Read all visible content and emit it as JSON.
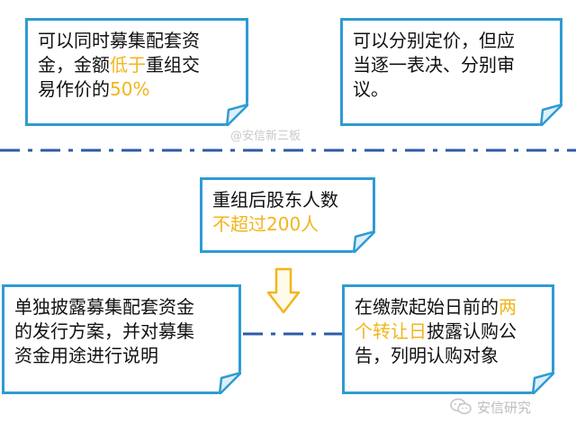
{
  "boxes": {
    "top_left": {
      "line1": "可以同时募集配套资",
      "line2": "金，金额",
      "line2_hl": "低于",
      "line2_tail": "重组交",
      "line3": "易作价的",
      "line3_hl": "50%"
    },
    "top_right": {
      "line1": "可以分别定价，但应",
      "line2": "当逐一表决、分别审",
      "line3": "议。"
    },
    "middle": {
      "line1": "重组后股东人数",
      "line2_hl": "不超过200人"
    },
    "bottom_left": {
      "line1": "单独披露募集配套资金",
      "line2": "的发行方案，并对募集",
      "line3": "资金用途进行说明"
    },
    "bottom_right": {
      "line1": "在缴款起始日前的",
      "line1_hl": "两",
      "line2_hl": "个转让日",
      "line2_tail": "披露认购公",
      "line3": "告，列明认购对象"
    }
  },
  "watermarks": {
    "top": "@安信新三板",
    "bottom": "安信研究"
  },
  "colors": {
    "box_border": "#2f9bd3",
    "highlight": "#f2b51b",
    "dash_line": "#2c5aa8"
  }
}
